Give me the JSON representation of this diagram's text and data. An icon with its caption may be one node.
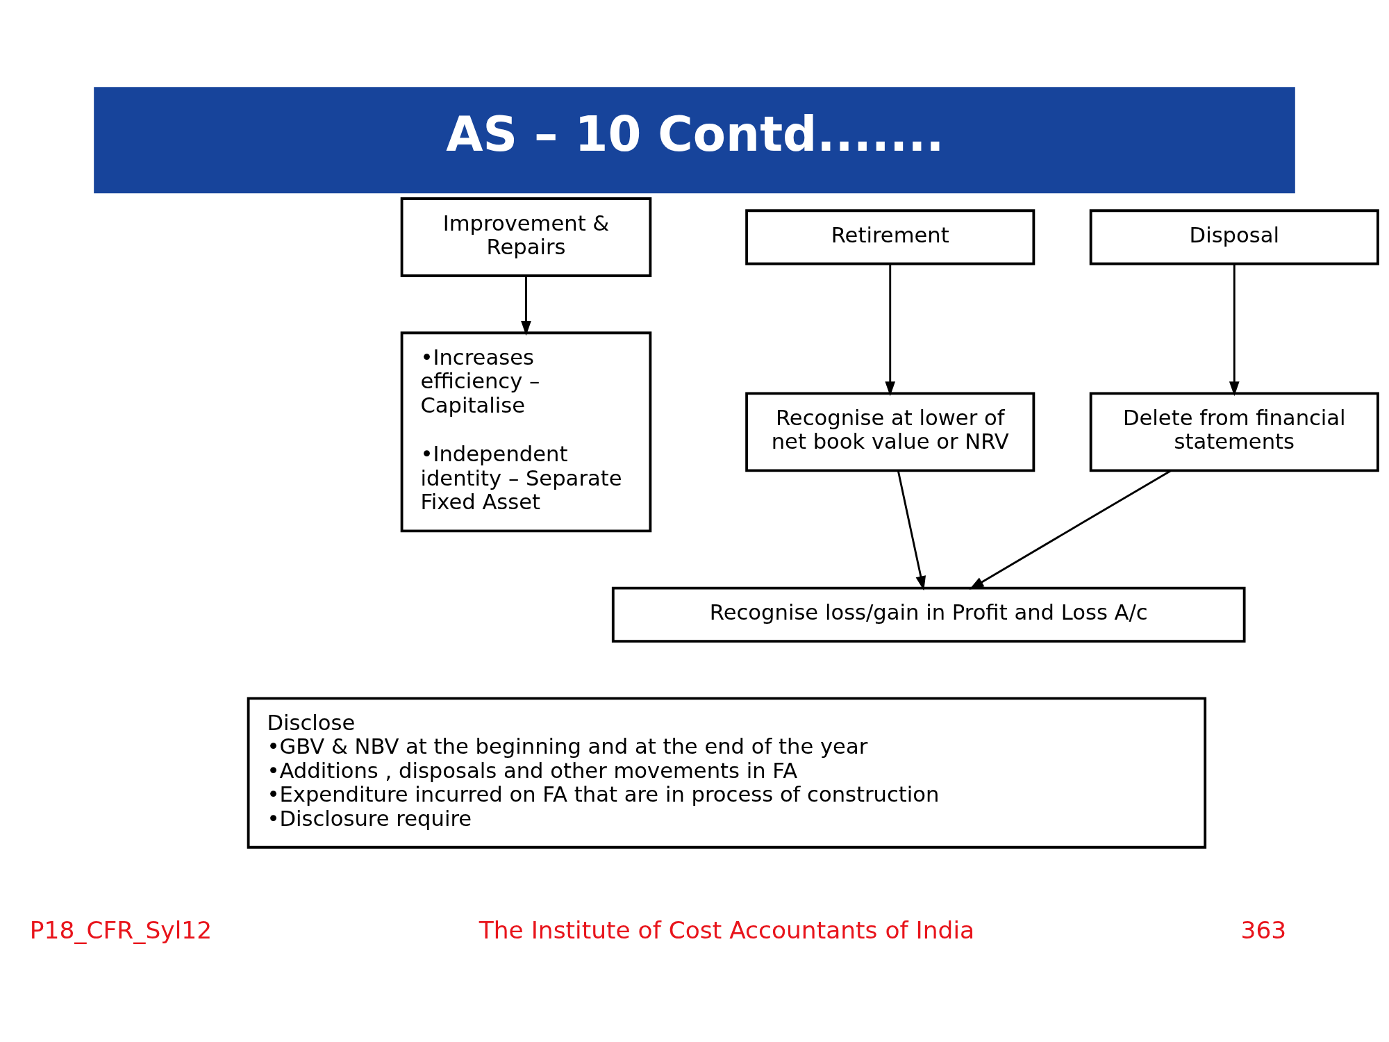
{
  "diagram": {
    "title": "AS – 10 Contd.......",
    "nodes": [
      {
        "text": [
          "Improvement & Repairs"
        ]
      },
      {
        "text": [
          "Retirement"
        ]
      },
      {
        "text": [
          "Disposal"
        ]
      },
      {
        "text": [
          "•Increases efficiency – Capitalise",
          "•Independent identity – Separate Fixed Asset"
        ]
      },
      {
        "text": [
          "Recognise at lower of net book value or NRV"
        ]
      },
      {
        "text": [
          "Delete from financial statements"
        ]
      },
      {
        "text": [
          "Recognise loss/gain in Profit and Loss A/c"
        ]
      },
      {
        "text": [
          "Disclose",
          "•GBV & NBV at the beginning and at the end of the year",
          "•Additions , disposals and other movements in FA",
          "•Expenditure incurred on FA that are in process of construction",
          "•Disclosure require"
        ]
      }
    ],
    "edges": [
      {
        "from": 0,
        "to": 3,
        "arrow": "to"
      },
      {
        "from": 1,
        "to": 4,
        "arrow": "to"
      },
      {
        "from": 2,
        "to": 5,
        "arrow": "to"
      },
      {
        "from": 4,
        "to": 6,
        "arrow": "to"
      },
      {
        "from": 5,
        "to": 6,
        "arrow": "to"
      }
    ],
    "labels": [
      "P18_CFR_Syl12",
      "The Institute of Cost Accountants of India",
      "363"
    ]
  }
}
